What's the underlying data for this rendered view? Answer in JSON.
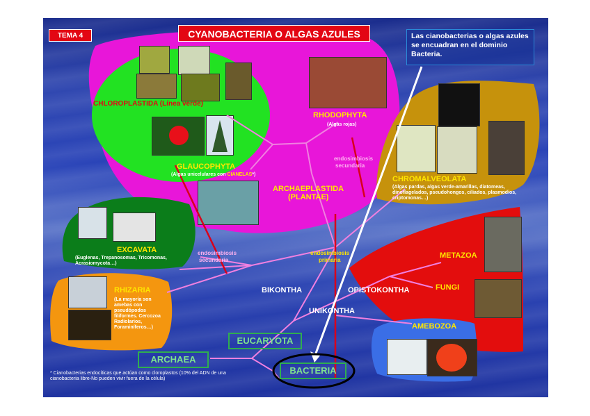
{
  "tema": "TEMA 4",
  "main_title": "CYANOBACTERIA O ALGAS AZULES",
  "callout": "Las cianobacterias o algas azules se encuadran en el dominio Bacteria.",
  "groups": {
    "chloroplastida": "CHLOROPLASTIDA (Línea verde)",
    "rhodophyta": "RHODOPHYTA",
    "rhodophyta_sub": "(Algas rojas)",
    "glaucophyta": "GLAUCOPHYTA",
    "glaucophyta_sub_a": "(Algas unicelulares con ",
    "glaucophyta_sub_b": "CIANELAS",
    "glaucophyta_sub_c": "*)",
    "archaeplastida": "ARCHAEPLASTIDA",
    "plantae": "(PLANTAE)",
    "chromalveolata": "CHROMALVEOLATA",
    "chromalveolata_sub": "(Algas pardas, algas verde-amarillas, diatomeas, dinoflagelados, pseudohongos, ciliados, plasmodios, criptomonas…)",
    "excavata": "EXCAVATA",
    "excavata_sub": "(Euglenas, Trepanosomas, Tricomonas, Acrasiomycota…)",
    "rhizaria": "RHIZARIA",
    "rhizaria_sub": "(La mayoría son amebas con pseudópodos filiformes. Cercozoa Radiolarios, Foraminíferos…)",
    "metazoa": "METAZOA",
    "fungi": "FUNGI",
    "amebozoa": "AMEBOZOA",
    "bikontha": "BIKONTHA",
    "opistokontha": "OPISTOKONTHA",
    "unikontha": "UNIKONTHA"
  },
  "tree": {
    "endo_sec_1a": "endosimbiosis",
    "endo_sec_1b": "secundaria",
    "endo_sec_2a": "endosimbiosis",
    "endo_sec_2b": "secundaria",
    "endo_pri_a": "endosimbiosis",
    "endo_pri_b": "primaria"
  },
  "domains": {
    "eucaryota": "EUCARYOTA",
    "archaea": "ARCHAEA",
    "bacteria": "BACTERIA"
  },
  "footnote": "* Cianobacterias endocíticas que actúan como cloroplastos (10% del ADN de una cianobacteria libre-No pueden vivir fuera de la célula)",
  "colors": {
    "magenta": "#e816d9",
    "green": "#22e222",
    "gold": "#c6920c",
    "dark_green": "#0b7d1a",
    "orange": "#f4960f",
    "red": "#e30d0d",
    "blue": "#3a6ee6",
    "yellow_label": "#ffe600",
    "line_pink": "#f080e0",
    "arrow_red": "#d8001c"
  }
}
